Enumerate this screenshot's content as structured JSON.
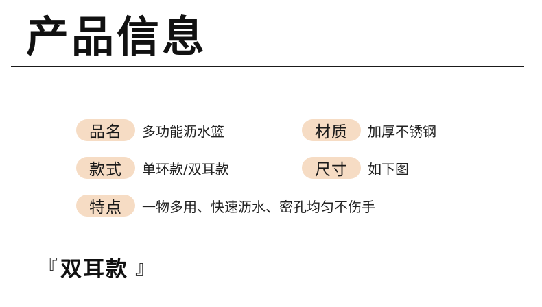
{
  "header": {
    "title": "产品信息"
  },
  "info": {
    "name": {
      "label": "品名",
      "value": "多功能沥水篮"
    },
    "material": {
      "label": "材质",
      "value": "加厚不锈钢"
    },
    "style": {
      "label": "款式",
      "value": "单环款/双耳款"
    },
    "size": {
      "label": "尺寸",
      "value": "如下图"
    },
    "feature": {
      "label": "特点",
      "value": "一物多用、快速沥水、密孔均匀不伤手"
    }
  },
  "section": {
    "open_bracket": "『",
    "title": "双耳款",
    "close_bracket": "』"
  },
  "colors": {
    "label_background": "#f6dcc4",
    "text": "#1a1a1a",
    "divider": "#1a1a1a"
  }
}
